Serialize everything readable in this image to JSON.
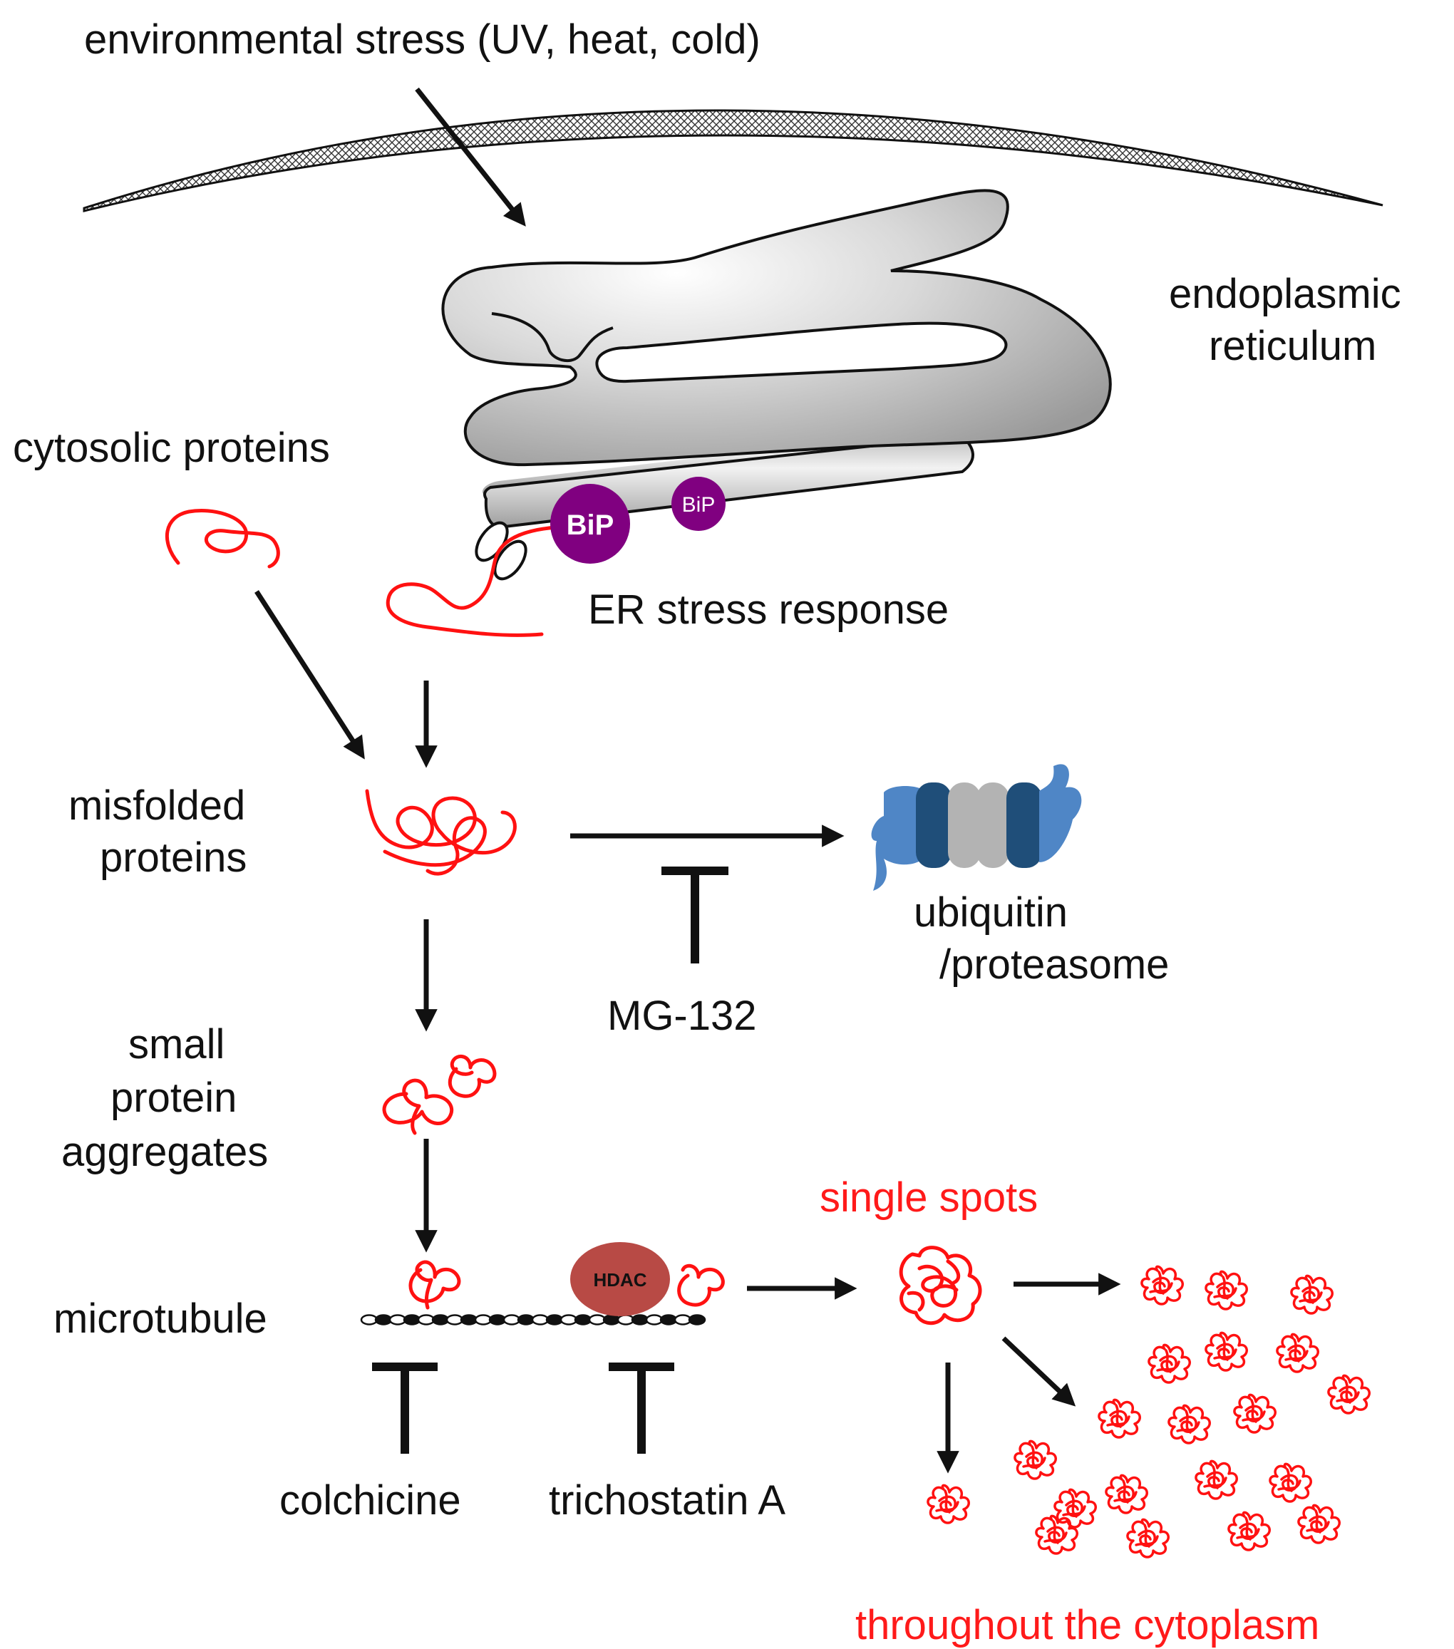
{
  "labels": {
    "environmental_stress": "environmental stress (UV, heat, cold)",
    "er_line1": "endoplasmic",
    "er_line2": "reticulum",
    "cytosolic_proteins": "cytosolic proteins",
    "er_stress_response": "ER stress response",
    "misfolded_line1": "misfolded",
    "misfolded_line2": "proteins",
    "ubiquitin_line1": "ubiquitin",
    "ubiquitin_line2": "/proteasome",
    "mg132": "MG-132",
    "small_line1": "small",
    "small_line2": "protein",
    "small_line3": "aggregates",
    "microtubule": "microtubule",
    "colchicine": "colchicine",
    "trichostatin": "trichostatin A",
    "single_spots": "single spots",
    "throughout": "throughout the cytoplasm"
  },
  "badges": {
    "bip_large": "BiP",
    "bip_small": "BiP",
    "hdac": "HDAC"
  },
  "colors": {
    "protein": "#ff1111",
    "bip": "#800080",
    "hdac": "#b84a45",
    "er_fill": "#c8c8c8",
    "proteasome_light": "#4f86c6",
    "proteasome_dark": "#1f4e79",
    "proteasome_core": "#b3b3b3",
    "highlight_text": "#ff1a1a"
  }
}
